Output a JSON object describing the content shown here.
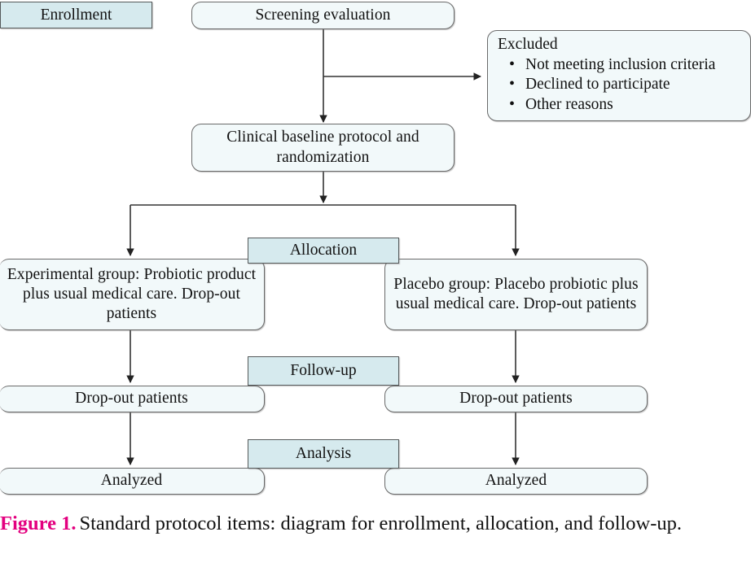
{
  "figure": {
    "caption_label": "Figure 1.",
    "caption_text": "Standard protocol items: diagram for enrollment, allocation, and follow-up.",
    "label_color": "#e3007f"
  },
  "colors": {
    "phase_label_fill": "#d6eaee",
    "node_fill": "#f2f9fa",
    "node_border": "#6a6a6a",
    "connector": "#333333"
  },
  "phases": {
    "enrollment": "Enrollment",
    "allocation": "Allocation",
    "followup": "Follow-up",
    "analysis": "Analysis"
  },
  "nodes": {
    "screening": "Screening evaluation",
    "excluded_head": "Excluded",
    "excluded_items": [
      "Not meeting inclusion criteria",
      "Declined to participate",
      "Other reasons"
    ],
    "baseline": "Clinical baseline protocol and randomization",
    "experimental_group": "Experimental group: Probiotic product plus usual medical care. Drop-out patients",
    "placebo_group": "Placebo group: Placebo probiotic plus usual medical care. Drop-out patients",
    "followup_left": "Drop-out patients",
    "followup_right": "Drop-out patients",
    "analysis_left": "Analyzed",
    "analysis_right": "Analyzed"
  }
}
